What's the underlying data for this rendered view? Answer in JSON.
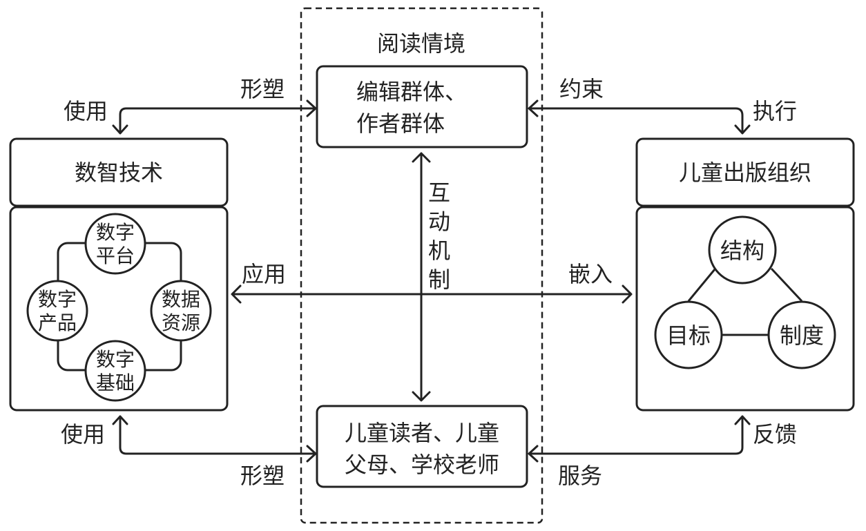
{
  "diagram": {
    "context": {
      "title": "阅读情境"
    },
    "editors_box": {
      "lines": [
        "编辑群体、",
        "作者群体"
      ]
    },
    "readers_box": {
      "lines": [
        "儿童读者、儿童",
        "父母、学校老师"
      ]
    },
    "interaction_label": [
      "互",
      "动",
      "机",
      "制"
    ],
    "tech": {
      "title": "数智技术",
      "nodes": [
        {
          "lines": [
            "数字",
            "平台"
          ]
        },
        {
          "lines": [
            "数据",
            "资源"
          ]
        },
        {
          "lines": [
            "数字",
            "基础"
          ]
        },
        {
          "lines": [
            "数字",
            "产品"
          ]
        }
      ]
    },
    "org": {
      "title": "儿童出版组织",
      "nodes": [
        {
          "label": "结构"
        },
        {
          "label": "目标"
        },
        {
          "label": "制度"
        }
      ]
    },
    "edge_labels": {
      "top_left_use": "使用",
      "top_left_shape": "形塑",
      "top_right_constrain": "约束",
      "top_right_execute": "执行",
      "mid_left_apply": "应用",
      "mid_right_embed": "嵌入",
      "bottom_left_use": "使用",
      "bottom_left_shape": "形塑",
      "bottom_right_feedback": "反馈",
      "bottom_right_serve": "服务"
    },
    "colors": {
      "stroke": "#222222",
      "background": "#ffffff"
    }
  }
}
